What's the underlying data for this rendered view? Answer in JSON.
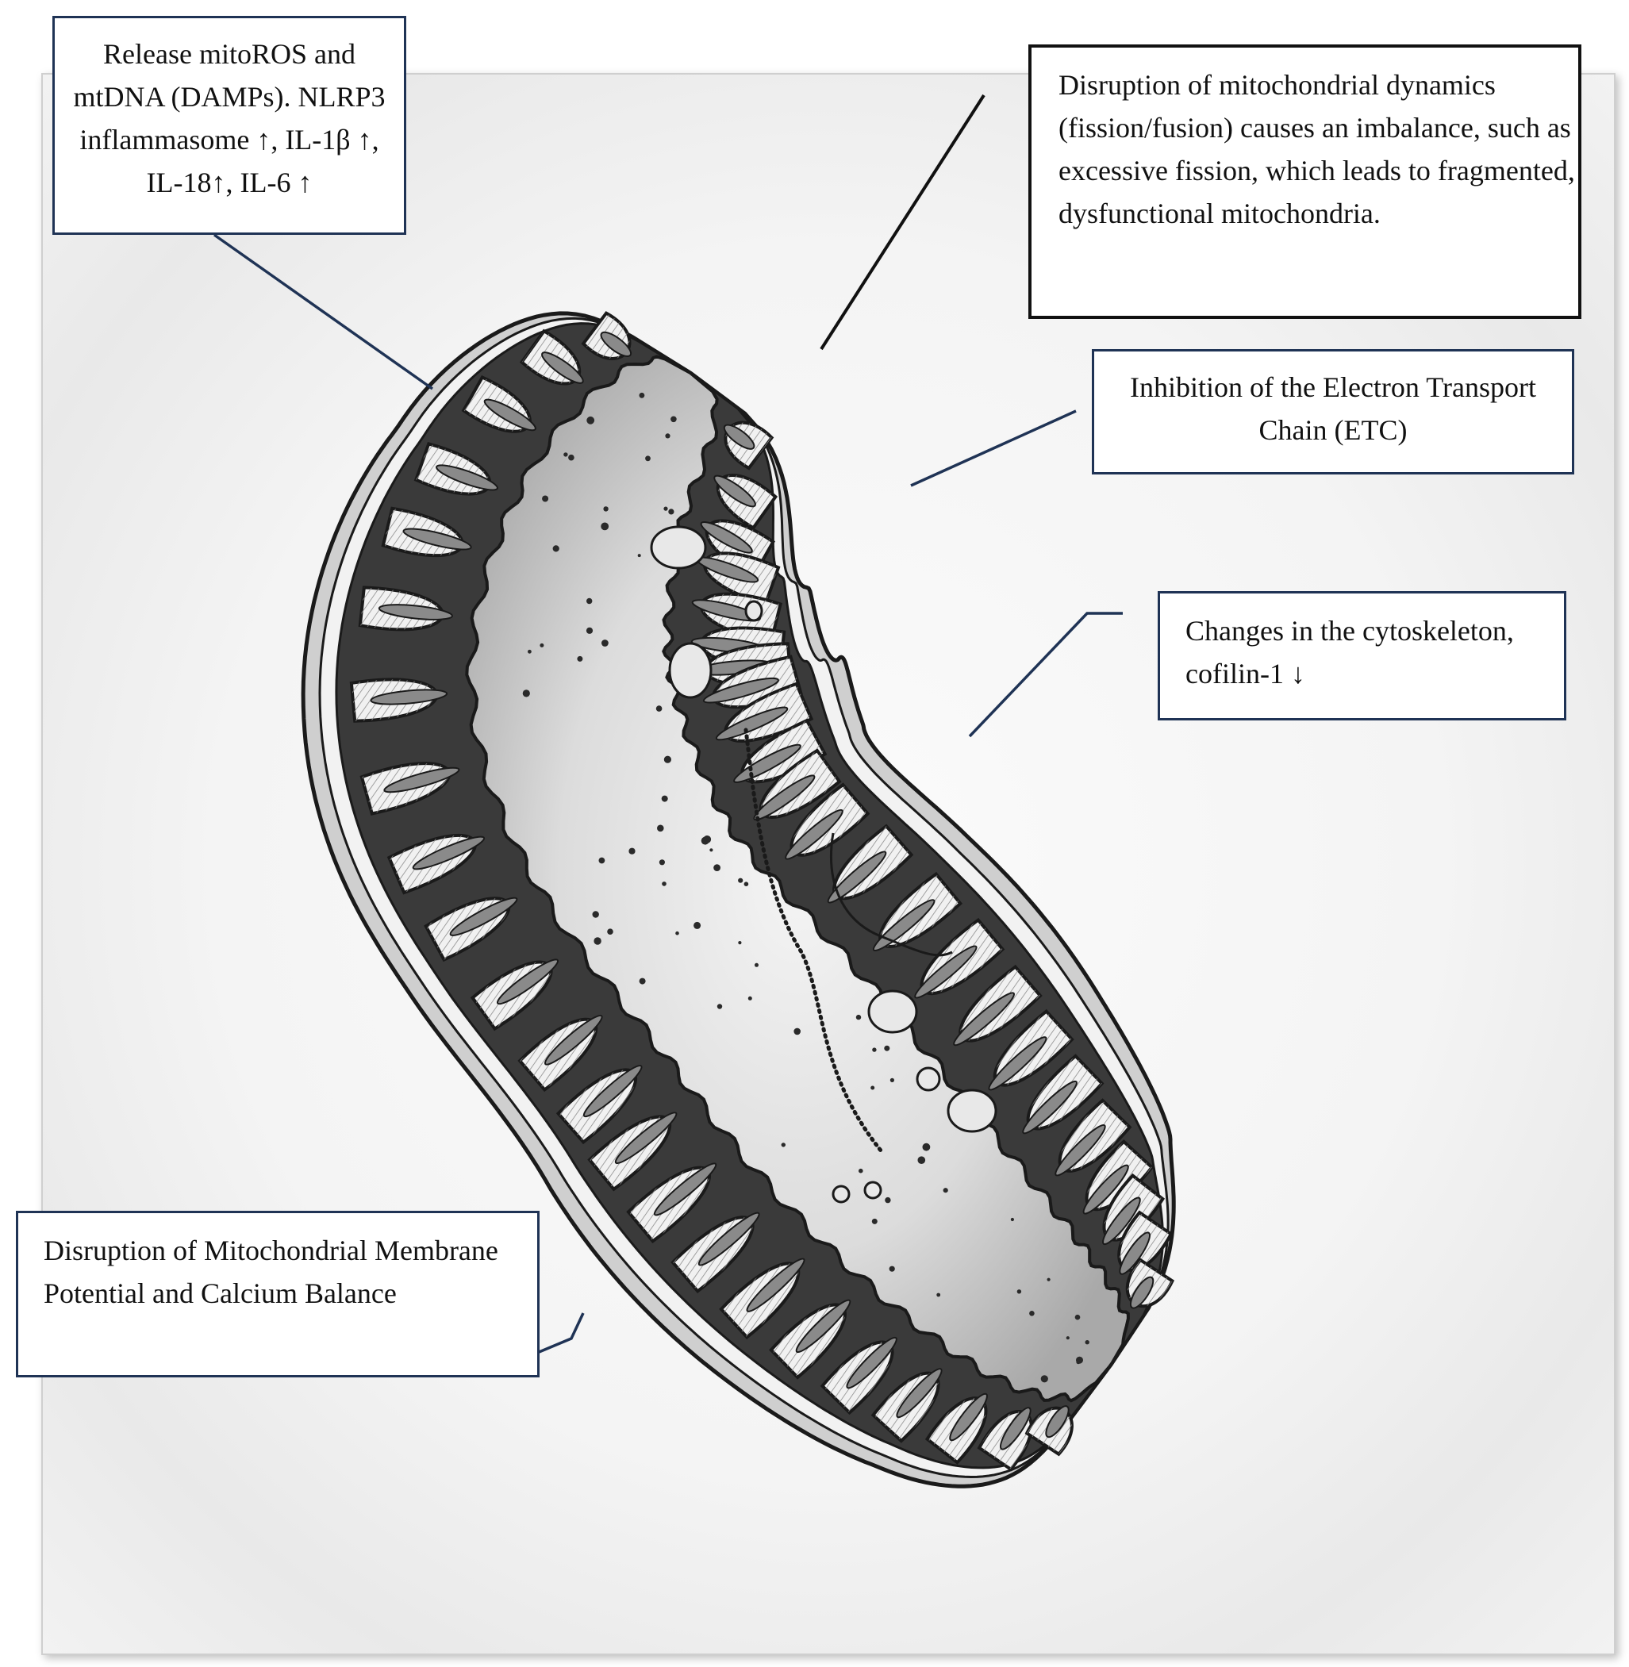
{
  "diagram": {
    "labels": {
      "release": "Release mitoROS and mtDNA (DAMPs). NLRP3 inflammasome ↑, IL-1β ↑, IL-18↑, IL-6 ↑",
      "dynamics": "Disruption of mitochondrial dynamics (fission/fusion) causes an imbalance, such as excessive fission, which leads to fragmented, dysfunctional mitochondria.",
      "etc": "Inhibition of the Electron Transport Chain (ETC)",
      "cytoskeleton": "Changes in the cytoskeleton, cofilin-1 ↓",
      "membrane": "Disruption of Mitochondrial Membrane Potential and Calcium Balance"
    },
    "colors": {
      "box_border": "#1f3355",
      "dynamics_border": "#111111",
      "leader_line": "#1f3355",
      "ink": "#1a1a1a",
      "shade_dark": "#3a3a3a",
      "shade_mid": "#8a8a8a",
      "paper": "#f6f6f6"
    }
  }
}
